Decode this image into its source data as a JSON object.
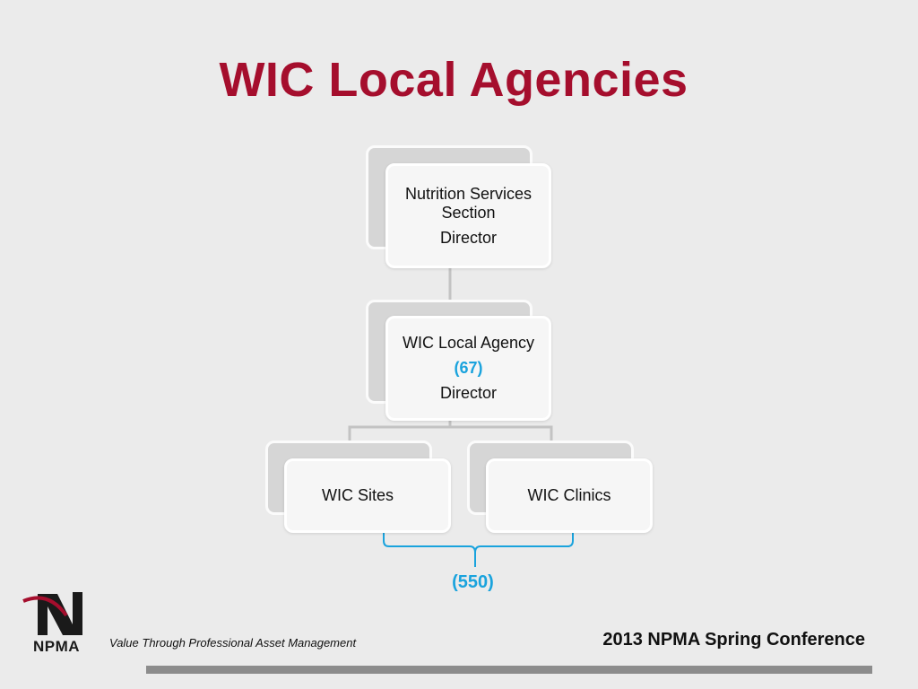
{
  "slide": {
    "title": "WIC Local Agencies",
    "tagline": "Value Through Professional Asset Management",
    "conference": "2013 NPMA Spring Conference"
  },
  "logo": {
    "text": "NPMA",
    "icon": "npma-logo-icon"
  },
  "diagram": {
    "nodes": {
      "nutrition": {
        "line1": "Nutrition Services",
        "line2": "Section",
        "line3": "Director"
      },
      "agency": {
        "line1": "WIC Local Agency",
        "count": "(67)",
        "line3": "Director"
      },
      "sites": {
        "label": "WIC Sites"
      },
      "clinics": {
        "label": "WIC Clinics"
      }
    },
    "group_count": "(550)"
  },
  "colors": {
    "title": "#a50e2d",
    "accent": "#1aa3dd",
    "background": "#ebebeb",
    "footer_bar": "#8c8c8c"
  }
}
